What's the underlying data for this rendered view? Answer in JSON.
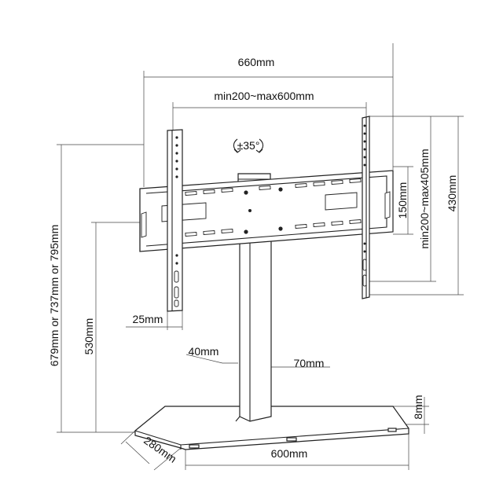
{
  "dimensions": {
    "width_total": "660mm",
    "vesa_horizontal": "min200~max600mm",
    "tilt": "±35°",
    "bracket_height": "150mm",
    "vesa_vertical": "min200~max405mm",
    "arm_height": "430mm",
    "total_height": "679mm or 737mm or 795mm",
    "pole_height": "530mm",
    "arm_width": "25mm",
    "pole_depth": "40mm",
    "pole_width": "70mm",
    "base_thickness": "8mm",
    "base_depth": "280mm",
    "base_width": "600mm"
  }
}
